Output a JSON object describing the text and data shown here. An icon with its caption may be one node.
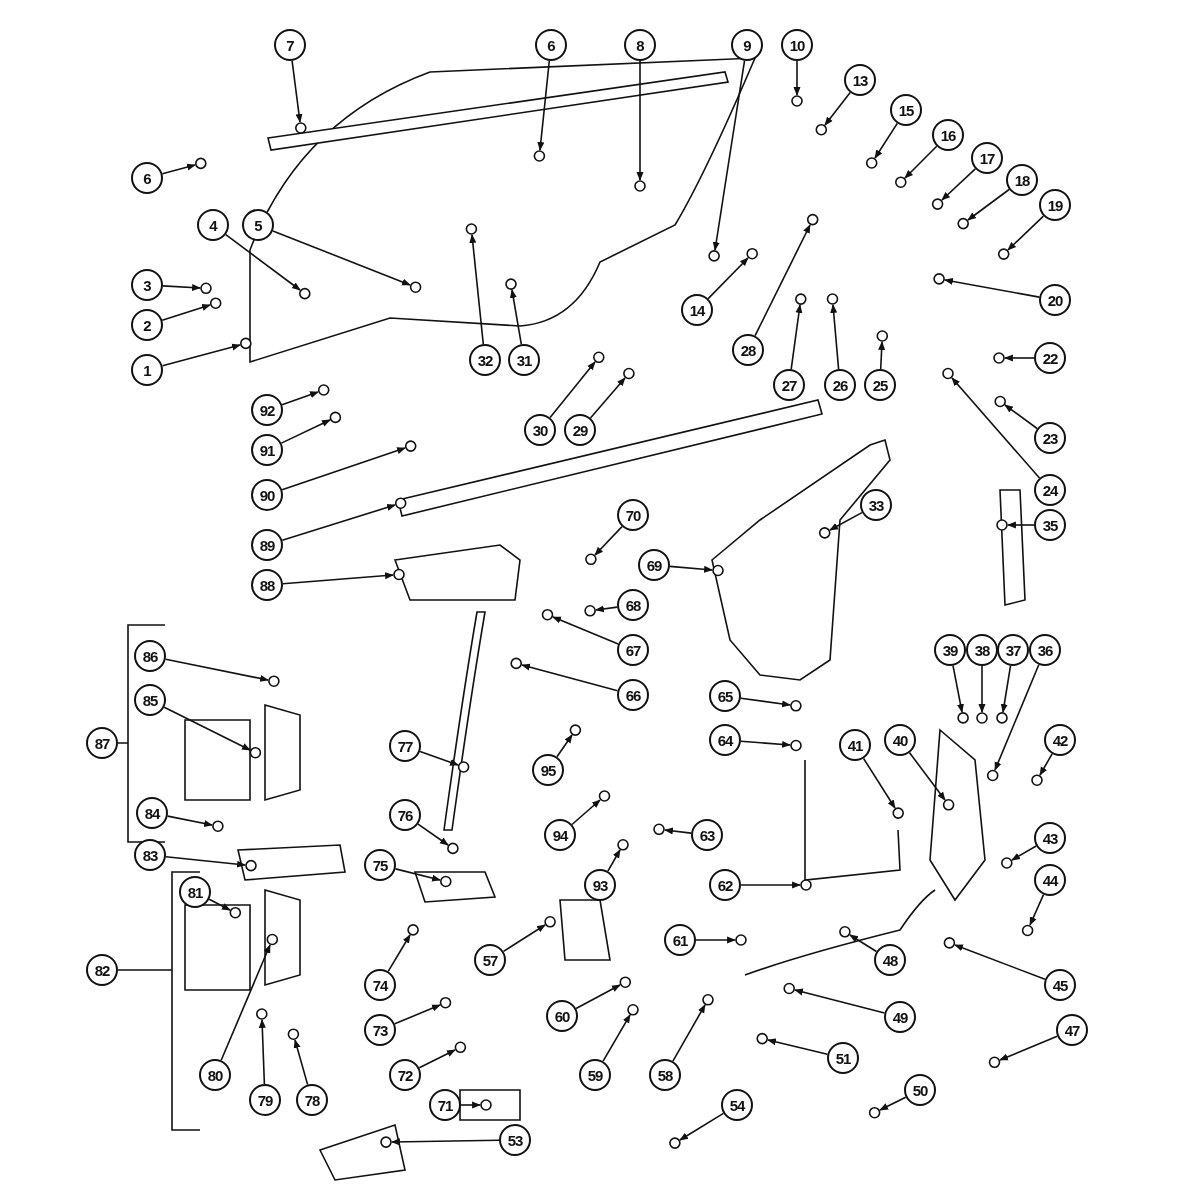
{
  "diagram": {
    "nodes": [
      {
        "text": [
          "7"
        ]
      },
      {
        "text": [
          "6"
        ]
      },
      {
        "text": [
          "8"
        ]
      },
      {
        "text": [
          "9"
        ]
      },
      {
        "text": [
          "10"
        ]
      },
      {
        "text": [
          "13"
        ]
      },
      {
        "text": [
          "15"
        ]
      },
      {
        "text": [
          "16"
        ]
      },
      {
        "text": [
          "17"
        ]
      },
      {
        "text": [
          "4"
        ]
      },
      {
        "text": [
          "5"
        ]
      },
      {
        "text": [
          "6"
        ]
      },
      {
        "text": [
          "18"
        ]
      },
      {
        "text": [
          "19"
        ]
      },
      {
        "text": [
          "3"
        ]
      },
      {
        "text": [
          "20"
        ]
      },
      {
        "text": [
          "14"
        ]
      },
      {
        "text": [
          "2"
        ]
      },
      {
        "text": [
          "28"
        ]
      },
      {
        "text": [
          "22"
        ]
      },
      {
        "text": [
          "32"
        ]
      },
      {
        "text": [
          "31"
        ]
      },
      {
        "text": [
          "1"
        ]
      },
      {
        "text": [
          "27"
        ]
      },
      {
        "text": [
          "26"
        ]
      },
      {
        "text": [
          "25"
        ]
      },
      {
        "text": [
          "92"
        ]
      },
      {
        "text": [
          "30"
        ]
      },
      {
        "text": [
          "29"
        ]
      },
      {
        "text": [
          "23"
        ]
      },
      {
        "text": [
          "91"
        ]
      },
      {
        "text": [
          "24"
        ]
      },
      {
        "text": [
          "90"
        ]
      },
      {
        "text": [
          "33"
        ]
      },
      {
        "text": [
          "70"
        ]
      },
      {
        "text": [
          "35"
        ]
      },
      {
        "text": [
          "89"
        ]
      },
      {
        "text": [
          "69"
        ]
      },
      {
        "text": [
          "88"
        ]
      },
      {
        "text": [
          "68"
        ]
      },
      {
        "text": [
          "67"
        ]
      },
      {
        "text": [
          "39"
        ]
      },
      {
        "text": [
          "38"
        ]
      },
      {
        "text": [
          "37"
        ]
      },
      {
        "text": [
          "36"
        ]
      },
      {
        "text": [
          "86"
        ]
      },
      {
        "text": [
          "66"
        ]
      },
      {
        "text": [
          "65"
        ]
      },
      {
        "text": [
          "85"
        ]
      },
      {
        "text": [
          "41"
        ]
      },
      {
        "text": [
          "40"
        ]
      },
      {
        "text": [
          "42"
        ]
      },
      {
        "text": [
          "64"
        ]
      },
      {
        "text": [
          "87"
        ]
      },
      {
        "text": [
          "77"
        ]
      },
      {
        "text": [
          "95"
        ]
      },
      {
        "text": [
          "76"
        ]
      },
      {
        "text": [
          "84"
        ]
      },
      {
        "text": [
          "94"
        ]
      },
      {
        "text": [
          "63"
        ]
      },
      {
        "text": [
          "43"
        ]
      },
      {
        "text": [
          "83"
        ]
      },
      {
        "text": [
          "75"
        ]
      },
      {
        "text": [
          "81"
        ]
      },
      {
        "text": [
          "44"
        ]
      },
      {
        "text": [
          "93"
        ]
      },
      {
        "text": [
          "62"
        ]
      },
      {
        "text": [
          "48"
        ]
      },
      {
        "text": [
          "61"
        ]
      },
      {
        "text": [
          "57"
        ]
      },
      {
        "text": [
          "82"
        ]
      },
      {
        "text": [
          "45"
        ]
      },
      {
        "text": [
          "74"
        ]
      },
      {
        "text": [
          "60"
        ]
      },
      {
        "text": [
          "49"
        ]
      },
      {
        "text": [
          "47"
        ]
      },
      {
        "text": [
          "73"
        ]
      },
      {
        "text": [
          "80"
        ]
      },
      {
        "text": [
          "51"
        ]
      },
      {
        "text": [
          "59"
        ]
      },
      {
        "text": [
          "58"
        ]
      },
      {
        "text": [
          "72"
        ]
      },
      {
        "text": [
          "50"
        ]
      },
      {
        "text": [
          "79"
        ]
      },
      {
        "text": [
          "78"
        ]
      },
      {
        "text": [
          "71"
        ]
      },
      {
        "text": [
          "54"
        ]
      },
      {
        "text": [
          "53"
        ]
      }
    ],
    "edges": [
      {
        "from": 0,
        "to": null,
        "arrow": "to"
      },
      {
        "from": 1,
        "to": null,
        "arrow": "to"
      },
      {
        "from": 2,
        "to": null,
        "arrow": "to"
      },
      {
        "from": 3,
        "to": null,
        "arrow": "to"
      },
      {
        "from": 4,
        "to": null,
        "arrow": "to"
      },
      {
        "from": 5,
        "to": null,
        "arrow": "to"
      },
      {
        "from": 6,
        "to": null,
        "arrow": "to"
      },
      {
        "from": 7,
        "to": null,
        "arrow": "to"
      },
      {
        "from": 8,
        "to": null,
        "arrow": "to"
      },
      {
        "from": 9,
        "to": null,
        "arrow": "to"
      },
      {
        "from": 10,
        "to": null,
        "arrow": "to"
      },
      {
        "from": 11,
        "to": null,
        "arrow": "to"
      },
      {
        "from": 12,
        "to": null,
        "arrow": "to"
      },
      {
        "from": 13,
        "to": null,
        "arrow": "to"
      },
      {
        "from": 14,
        "to": null,
        "arrow": "to"
      },
      {
        "from": 15,
        "to": null,
        "arrow": "to"
      },
      {
        "from": 16,
        "to": null,
        "arrow": "to"
      },
      {
        "from": 17,
        "to": null,
        "arrow": "to"
      },
      {
        "from": 18,
        "to": null,
        "arrow": "to"
      },
      {
        "from": 19,
        "to": null,
        "arrow": "to"
      },
      {
        "from": 20,
        "to": null,
        "arrow": "to"
      },
      {
        "from": 21,
        "to": null,
        "arrow": "to"
      },
      {
        "from": 22,
        "to": null,
        "arrow": "to"
      },
      {
        "from": 23,
        "to": null,
        "arrow": "to"
      },
      {
        "from": 24,
        "to": null,
        "arrow": "to"
      },
      {
        "from": 25,
        "to": null,
        "arrow": "to"
      },
      {
        "from": 26,
        "to": null,
        "arrow": "to"
      },
      {
        "from": 27,
        "to": null,
        "arrow": "to"
      },
      {
        "from": 28,
        "to": null,
        "arrow": "to"
      },
      {
        "from": 29,
        "to": null,
        "arrow": "to"
      },
      {
        "from": 30,
        "to": null,
        "arrow": "to"
      },
      {
        "from": 31,
        "to": null,
        "arrow": "to"
      },
      {
        "from": 32,
        "to": null,
        "arrow": "to"
      },
      {
        "from": 33,
        "to": null,
        "arrow": "to"
      },
      {
        "from": 34,
        "to": null,
        "arrow": "to"
      },
      {
        "from": 35,
        "to": null,
        "arrow": "to"
      },
      {
        "from": 36,
        "to": null,
        "arrow": "to"
      },
      {
        "from": 37,
        "to": null,
        "arrow": "to"
      },
      {
        "from": 38,
        "to": null,
        "arrow": "to"
      },
      {
        "from": 39,
        "to": null,
        "arrow": "to"
      },
      {
        "from": 40,
        "to": null,
        "arrow": "to"
      },
      {
        "from": 41,
        "to": null,
        "arrow": "to"
      },
      {
        "from": 42,
        "to": null,
        "arrow": "to"
      },
      {
        "from": 43,
        "to": null,
        "arrow": "to"
      },
      {
        "from": 44,
        "to": null,
        "arrow": "to"
      },
      {
        "from": 45,
        "to": null,
        "arrow": "to"
      },
      {
        "from": 46,
        "to": null,
        "arrow": "to"
      },
      {
        "from": 47,
        "to": null,
        "arrow": "to"
      },
      {
        "from": 48,
        "to": null,
        "arrow": "to"
      },
      {
        "from": 49,
        "to": null,
        "arrow": "to"
      },
      {
        "from": 50,
        "to": null,
        "arrow": "to"
      },
      {
        "from": 51,
        "to": null,
        "arrow": "to"
      },
      {
        "from": 52,
        "to": null,
        "arrow": "to"
      },
      {
        "from": 54,
        "to": null,
        "arrow": "to"
      },
      {
        "from": 55,
        "to": null,
        "arrow": "to"
      },
      {
        "from": 56,
        "to": null,
        "arrow": "to"
      },
      {
        "from": 57,
        "to": null,
        "arrow": "to"
      },
      {
        "from": 58,
        "to": null,
        "arrow": "to"
      },
      {
        "from": 59,
        "to": null,
        "arrow": "to"
      },
      {
        "from": 60,
        "to": null,
        "arrow": "to"
      },
      {
        "from": 61,
        "to": null,
        "arrow": "to"
      },
      {
        "from": 62,
        "to": null,
        "arrow": "to"
      },
      {
        "from": 63,
        "to": null,
        "arrow": "to"
      },
      {
        "from": 64,
        "to": null,
        "arrow": "to"
      },
      {
        "from": 65,
        "to": null,
        "arrow": "to"
      },
      {
        "from": 66,
        "to": null,
        "arrow": "to"
      },
      {
        "from": 67,
        "to": null,
        "arrow": "to"
      },
      {
        "from": 68,
        "to": null,
        "arrow": "to"
      },
      {
        "from": 69,
        "to": null,
        "arrow": "to"
      },
      {
        "from": 71,
        "to": null,
        "arrow": "to"
      },
      {
        "from": 72,
        "to": null,
        "arrow": "to"
      },
      {
        "from": 73,
        "to": null,
        "arrow": "to"
      },
      {
        "from": 74,
        "to": null,
        "arrow": "to"
      },
      {
        "from": 75,
        "to": null,
        "arrow": "to"
      },
      {
        "from": 76,
        "to": null,
        "arrow": "to"
      },
      {
        "from": 77,
        "to": null,
        "arrow": "to"
      },
      {
        "from": 78,
        "to": null,
        "arrow": "to"
      },
      {
        "from": 79,
        "to": null,
        "arrow": "to"
      },
      {
        "from": 80,
        "to": null,
        "arrow": "to"
      },
      {
        "from": 81,
        "to": null,
        "arrow": "to"
      },
      {
        "from": 82,
        "to": null,
        "arrow": "to"
      },
      {
        "from": 83,
        "to": null,
        "arrow": "to"
      },
      {
        "from": 84,
        "to": null,
        "arrow": "to"
      },
      {
        "from": 85,
        "to": null,
        "arrow": "to"
      },
      {
        "from": 86,
        "to": null,
        "arrow": "to"
      },
      {
        "from": 87,
        "to": null,
        "arrow": "to"
      }
    ]
  }
}
